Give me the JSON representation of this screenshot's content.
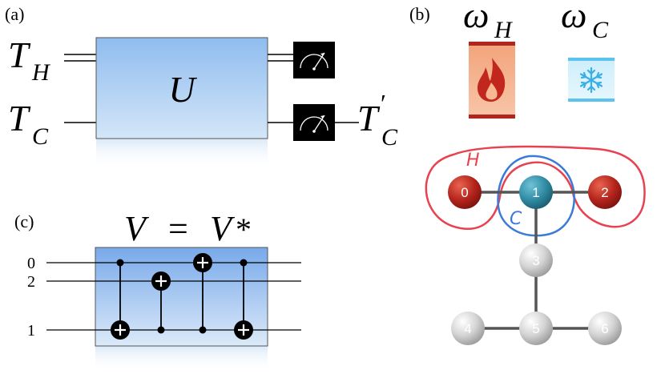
{
  "panel_a": {
    "label": "(a)",
    "gate_label": "U",
    "input_hot": {
      "sym": "T",
      "sub": "H"
    },
    "input_cold": {
      "sym": "T",
      "sub": "C"
    },
    "output_cold": {
      "sym": "T",
      "prime": "′",
      "sub": "C"
    }
  },
  "panel_b": {
    "label": "(b)",
    "omega_hot": {
      "sym": "ω",
      "sub": "H"
    },
    "omega_cold": {
      "sym": "ω",
      "sub": "C"
    },
    "hot_bath_icon": "flame-icon",
    "cold_bath_icon": "snowflake-icon",
    "region_hot_label": "H",
    "region_cold_label": "C",
    "colors": {
      "hot": "#e8414f",
      "cold": "#3b7bd8",
      "node_hot": "#b3241c",
      "node_cold": "#2f8aa2",
      "node_neutral": "#c4c4c4"
    },
    "nodes": [
      {
        "id": "0",
        "kind": "hot"
      },
      {
        "id": "1",
        "kind": "cold"
      },
      {
        "id": "2",
        "kind": "hot"
      },
      {
        "id": "3",
        "kind": "neutral"
      },
      {
        "id": "4",
        "kind": "neutral"
      },
      {
        "id": "5",
        "kind": "neutral"
      },
      {
        "id": "6",
        "kind": "neutral"
      }
    ],
    "edges": [
      [
        "0",
        "1"
      ],
      [
        "1",
        "2"
      ],
      [
        "1",
        "3"
      ],
      [
        "3",
        "5"
      ],
      [
        "4",
        "5"
      ],
      [
        "5",
        "6"
      ]
    ]
  },
  "panel_c": {
    "label": "(c)",
    "equation": {
      "lhs": "V",
      "eq": "=",
      "rhs": "V",
      "star": "*"
    },
    "wire_labels": [
      "0",
      "2",
      "1"
    ],
    "gates": [
      {
        "control": "0",
        "target": "1"
      },
      {
        "control": "1",
        "target": "2"
      },
      {
        "control": "1",
        "target": "0"
      },
      {
        "control": "0",
        "target": "1"
      }
    ]
  }
}
